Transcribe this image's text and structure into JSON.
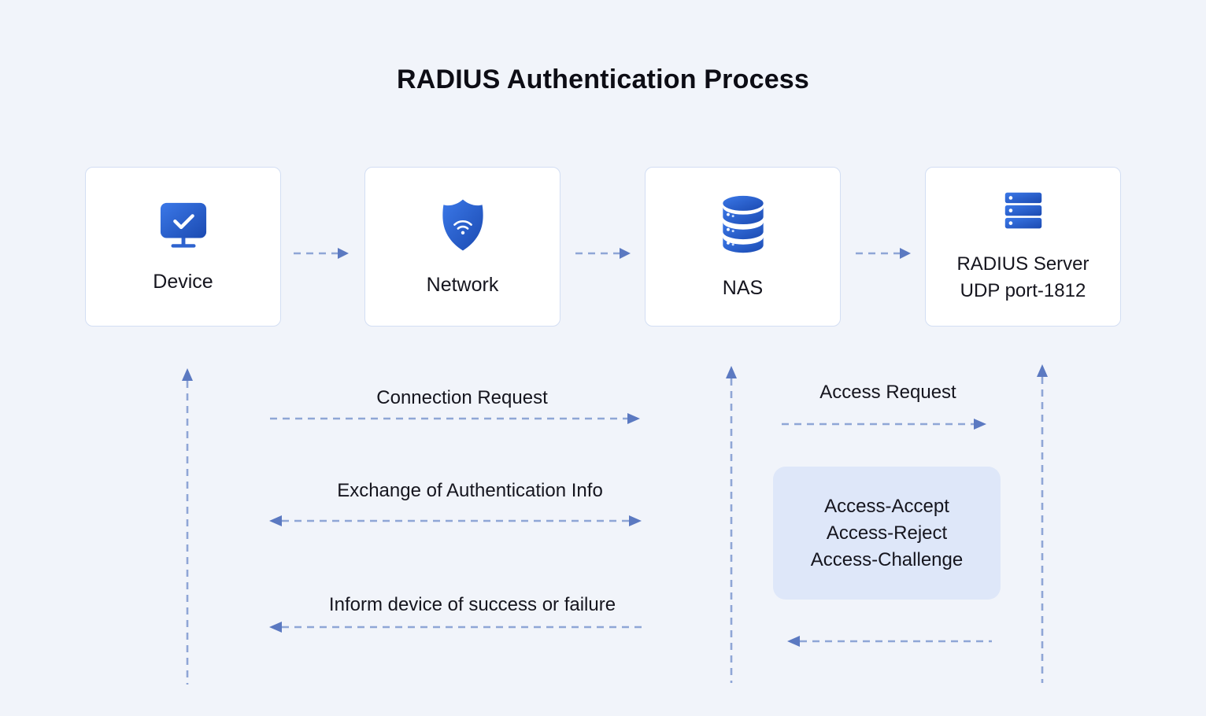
{
  "title": "RADIUS Authentication Process",
  "nodes": {
    "device": {
      "label": "Device",
      "icon": "monitor-check-icon"
    },
    "network": {
      "label": "Network",
      "icon": "shield-wifi-icon"
    },
    "nas": {
      "label": "NAS",
      "icon": "database-icon"
    },
    "radius_server": {
      "label": "RADIUS Server",
      "sublabel": "UDP port-1812",
      "icon": "server-rack-icon"
    }
  },
  "messages": {
    "connection_request": {
      "label": "Connection Request",
      "direction": "device-to-nas"
    },
    "exchange_auth": {
      "label": "Exchange of Authentication Info",
      "direction": "bidirectional"
    },
    "inform_result": {
      "label": "Inform device of success or failure",
      "direction": "nas-to-device"
    },
    "access_request": {
      "label": "Access Request",
      "direction": "nas-to-radius-server"
    },
    "server_response": {
      "label": "",
      "direction": "radius-server-to-nas"
    }
  },
  "response_box": {
    "line1": "Access-Accept",
    "line2": "Access-Reject",
    "line3": "Access-Challenge"
  },
  "colors": {
    "background": "#f1f4fa",
    "card_background": "#ffffff",
    "card_border": "#d3def3",
    "icon_blue_light": "#3b78e8",
    "icon_blue_dark": "#1b4ab1",
    "arrow_dash": "#8fa6d6",
    "arrow_head": "#5b79c1",
    "response_box_background": "#dee7f9",
    "text": "#15151e"
  }
}
